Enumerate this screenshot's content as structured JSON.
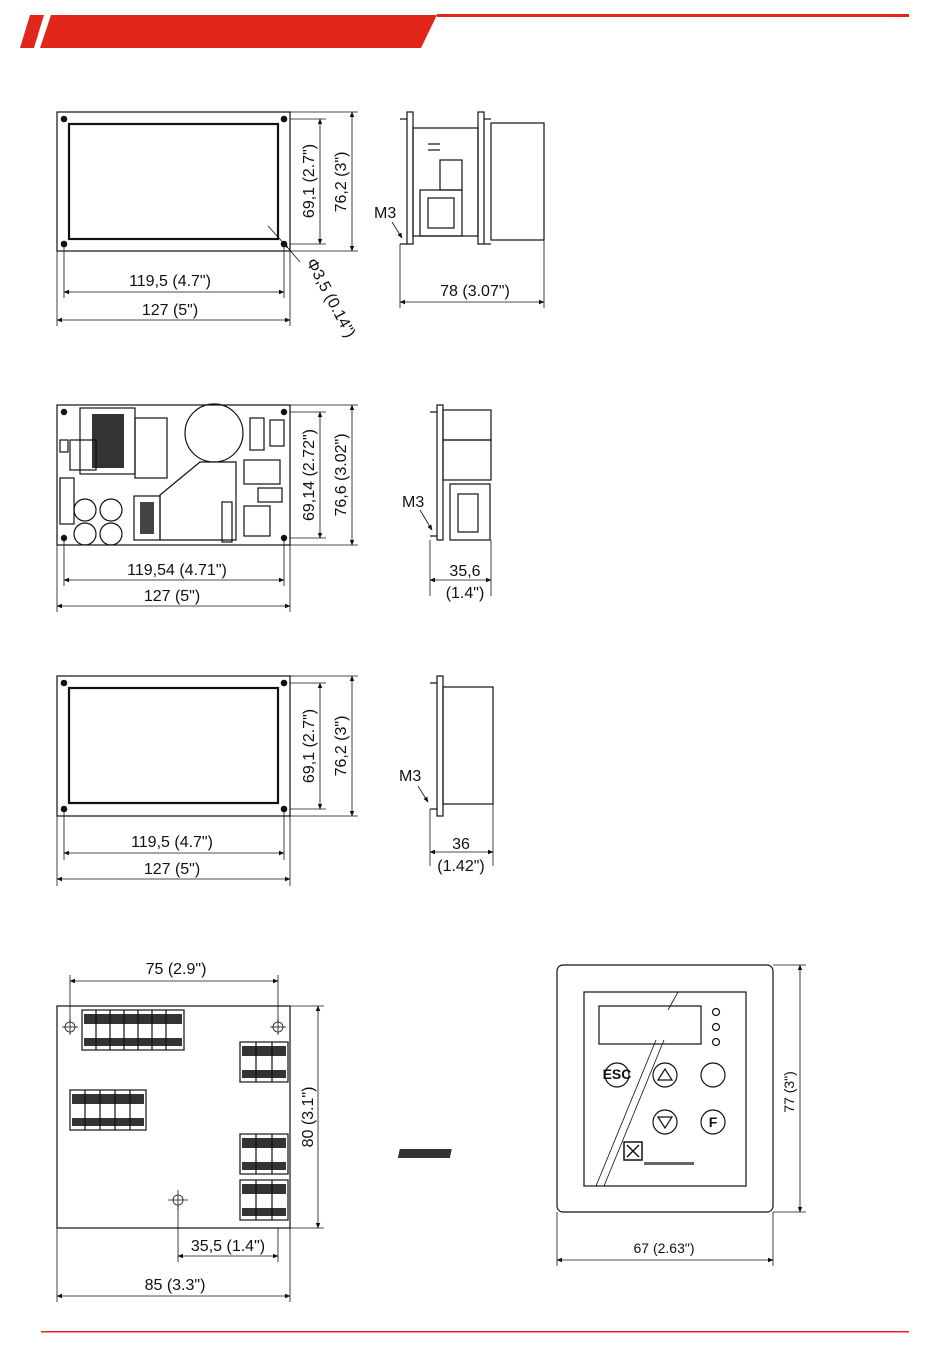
{
  "header": {
    "accent_color": "#e1261c"
  },
  "footer": {
    "rule_color": "#e1261c"
  },
  "view1": {
    "inner_width": "119,5 (4.7\")",
    "outer_width": "127 (5\")",
    "inner_height": "69,1 (2.7\")",
    "outer_height": "76,2 (3\")",
    "hole_dia": "Φ3,5 (0.14\")",
    "screw_label": "M3",
    "depth": "78 (3.07\")"
  },
  "view2": {
    "inner_width": "119,54 (4.71\")",
    "outer_width": "127 (5\")",
    "inner_height": "69,14 (2.72\")",
    "outer_height": "76,6 (3.02\")",
    "screw_label": "M3",
    "depth_line1": "35,6",
    "depth_line2": "(1.4\")"
  },
  "view3": {
    "inner_width": "119,5 (4.7\")",
    "outer_width": "127 (5\")",
    "inner_height": "69,1 (2.7\")",
    "outer_height": "76,2 (3\")",
    "screw_label": "M3",
    "depth_line1": "36",
    "depth_line2": "(1.42\")"
  },
  "view4": {
    "hole_span": "75 (2.9\")",
    "height": "80 (3.1\")",
    "hole_offset": "35,5 (1.4\")",
    "width": "85 (3.3\")"
  },
  "view5": {
    "height": "77 (3\")",
    "width": "67 (2.63\")",
    "key_esc": "ESC",
    "key_f": "F"
  }
}
